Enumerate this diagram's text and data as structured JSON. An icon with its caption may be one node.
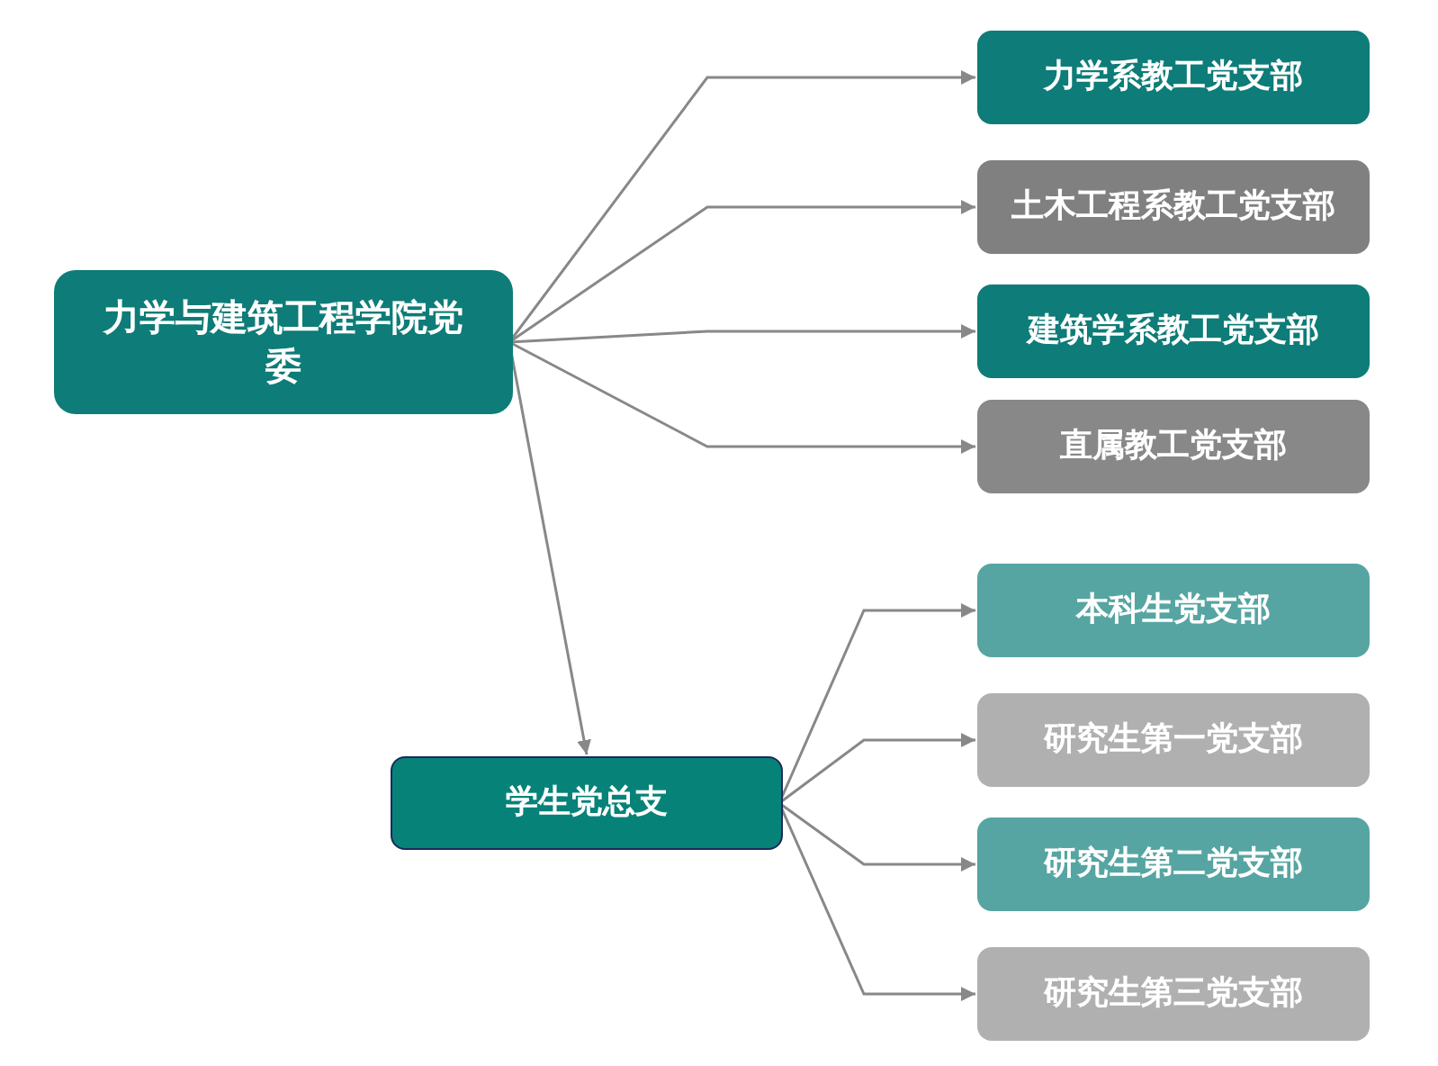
{
  "diagram": {
    "nodes": [
      {
        "text": [
          "力学与建筑工程学院党委"
        ]
      },
      {
        "text": [
          "力学系教工党支部"
        ]
      },
      {
        "text": [
          "土木工程系教工党支部"
        ]
      },
      {
        "text": [
          "建筑学系教工党支部"
        ]
      },
      {
        "text": [
          "直属教工党支部"
        ]
      },
      {
        "text": [
          "学生党总支"
        ]
      },
      {
        "text": [
          "本科生党支部"
        ]
      },
      {
        "text": [
          "研究生第一党支部"
        ]
      },
      {
        "text": [
          "研究生第二党支部"
        ]
      },
      {
        "text": [
          "研究生第三党支部"
        ]
      }
    ],
    "edges": [
      {
        "from": 0,
        "to": 1,
        "arrow": "to"
      },
      {
        "from": 0,
        "to": 2,
        "arrow": "to"
      },
      {
        "from": 0,
        "to": 3,
        "arrow": "to"
      },
      {
        "from": 0,
        "to": 4,
        "arrow": "to"
      },
      {
        "from": 0,
        "to": 5,
        "arrow": "to"
      },
      {
        "from": 5,
        "to": 6,
        "arrow": "to"
      },
      {
        "from": 5,
        "to": 7,
        "arrow": "to"
      },
      {
        "from": 5,
        "to": 8,
        "arrow": "to"
      },
      {
        "from": 5,
        "to": 9,
        "arrow": "to"
      }
    ]
  }
}
